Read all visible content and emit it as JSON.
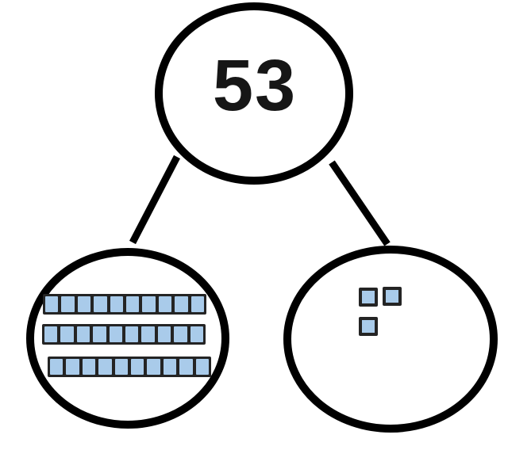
{
  "bond": {
    "whole_label": "53",
    "left_part": {
      "type": "base-ten-rods",
      "rod_count": 3,
      "squares_per_rod": 10,
      "value_shown": 30
    },
    "right_part": {
      "type": "unit-cubes",
      "cube_count": 3,
      "value_shown": 3
    }
  },
  "colors": {
    "background": "#FFFFFF",
    "circle_stroke": "#000000",
    "circle_fill": "#FFFFFF",
    "connector_stroke": "#000000",
    "block_fill": "#A9CBEA",
    "block_border": "#242424",
    "number_color": "#161616"
  }
}
